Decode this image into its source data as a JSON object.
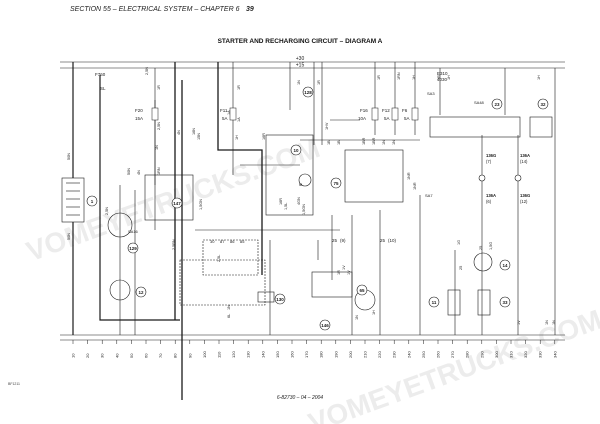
{
  "header": {
    "section": "SECTION 55 – ELECTRICAL SYSTEM – CHAPTER 6",
    "page_number": "39"
  },
  "title": "STARTER AND RECHARGING CIRCUIT – DIAGRAM A",
  "footer": "6-82730 – 04 – 2004",
  "doc_ref": "BF1211",
  "watermark": "VOMEYETRUCKS.COM",
  "rails": {
    "top": "+30",
    "second": "+15"
  },
  "connector_labels": [
    "F760",
    "SL",
    "E310",
    "4030"
  ],
  "fuse_labels": [
    "F20",
    "15A",
    "F11",
    "5A",
    "F16",
    "10A",
    "F12",
    "5A",
    "F6",
    "5A"
  ],
  "wire_labels": [
    "2,5N",
    "2,5N",
    "2,5N",
    "1R",
    "1R",
    "1N",
    "1R",
    "1R",
    "1RN",
    "1H",
    "1H",
    "1HV",
    "16R",
    "50N",
    "50N",
    "2,5L",
    "1A",
    "1A",
    "1B",
    "1B",
    "1BR",
    "1BR",
    "1N",
    "1N",
    "1NR",
    "1NR",
    "25",
    "25",
    "1,5G",
    "1G",
    "1V",
    "1N",
    "1N",
    "1N",
    "1N",
    "6L",
    "16R",
    "1,5L",
    "4GN",
    "1,5GN",
    "1,5GN",
    "2,5RN",
    "4N",
    "16N",
    "15N",
    "50N",
    "4N",
    "1N",
    "1RN",
    "1V",
    "1V",
    "1R",
    "1H",
    "1R",
    "1H",
    "1H"
  ],
  "components": [
    {
      "num": "1"
    },
    {
      "num": "10"
    },
    {
      "num": "11"
    },
    {
      "num": "12"
    },
    {
      "num": "14"
    },
    {
      "num": "23"
    },
    {
      "num": "32"
    },
    {
      "num": "33"
    },
    {
      "num": "65"
    },
    {
      "num": "75"
    },
    {
      "num": "128"
    },
    {
      "num": "129"
    },
    {
      "num": "130"
    },
    {
      "num": "146"
    },
    {
      "num": "147"
    }
  ],
  "part_labels": [
    "SA3",
    "SA48",
    "SA7",
    "SA16",
    "M",
    "30",
    "87",
    "86",
    "85"
  ],
  "lamp_labels": [
    "136G",
    "(7)",
    "136A",
    "(14)",
    "136A",
    "(6)",
    "136G",
    "(12)"
  ],
  "ground_labels": [
    "25",
    "(9)",
    "25",
    "(10)"
  ],
  "grid_refs": [
    "10",
    "20",
    "30",
    "40",
    "50",
    "60",
    "70",
    "80",
    "90",
    "100",
    "110",
    "120",
    "130",
    "140",
    "150",
    "160",
    "170",
    "180",
    "190",
    "200",
    "210",
    "220",
    "230",
    "240",
    "250",
    "260",
    "270",
    "280",
    "290",
    "300",
    "310",
    "320",
    "330",
    "340"
  ],
  "colors": {
    "wire": "#1a1a1a",
    "watermark": "#e4e4e4"
  }
}
